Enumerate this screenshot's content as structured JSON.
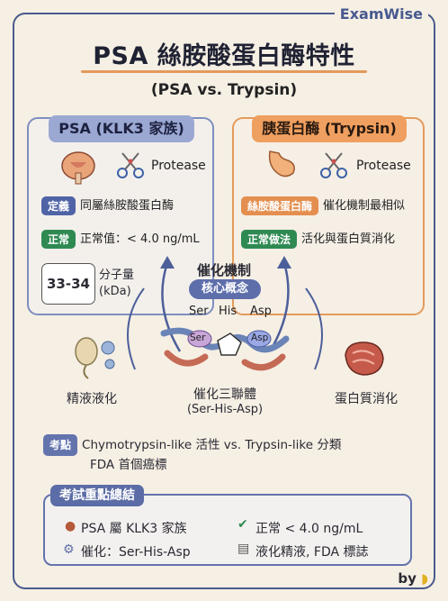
{
  "brand": "ExamWise",
  "title": "PSA 絲胺酸蛋白酶特性",
  "subtitle": "(PSA vs. Trypsin)",
  "left_panel": {
    "header": "PSA (KLK3 家族)",
    "protease_label": "Protease",
    "rows": [
      {
        "tag": "定義",
        "text": "同屬絲胺酸蛋白酶"
      },
      {
        "tag": "正常",
        "text": "正常值：< 4.0 ng/mL"
      }
    ],
    "kda_value": "33-34",
    "kda_label_1": "分子量",
    "kda_label_2": "(kDa)"
  },
  "right_panel": {
    "header": "胰蛋白酶 (Trypsin)",
    "protease_label": "Protease",
    "rows": [
      {
        "tag": "絲胺酸蛋白酶",
        "text": "催化機制最相似"
      },
      {
        "tag": "正常做法",
        "text": "活化與蛋白質消化"
      }
    ]
  },
  "center": {
    "title": "催化機制",
    "core": "核心概念",
    "residues": [
      "Ser",
      "His",
      "Asp"
    ],
    "triad_caption_1": "催化三聯體",
    "triad_caption_2": "(Ser-His-Asp)"
  },
  "left_caption": "精液液化",
  "right_caption": "蛋白質消化",
  "exam": {
    "tag": "考點",
    "line1": "Chymotrypsin-like 活性 vs. Trypsin-like 分類",
    "line2": "FDA 首個癌標"
  },
  "summary": {
    "header": "考試重點總結",
    "items": [
      "PSA 屬 KLK3 家族",
      "正常 < 4.0 ng/mL",
      "催化：Ser-His-Asp",
      "液化精液, FDA 標誌"
    ]
  },
  "footer": "by",
  "colors": {
    "accent_blue": "#4f63a6",
    "accent_orange": "#e48f4f",
    "accent_green": "#2f8a52"
  }
}
